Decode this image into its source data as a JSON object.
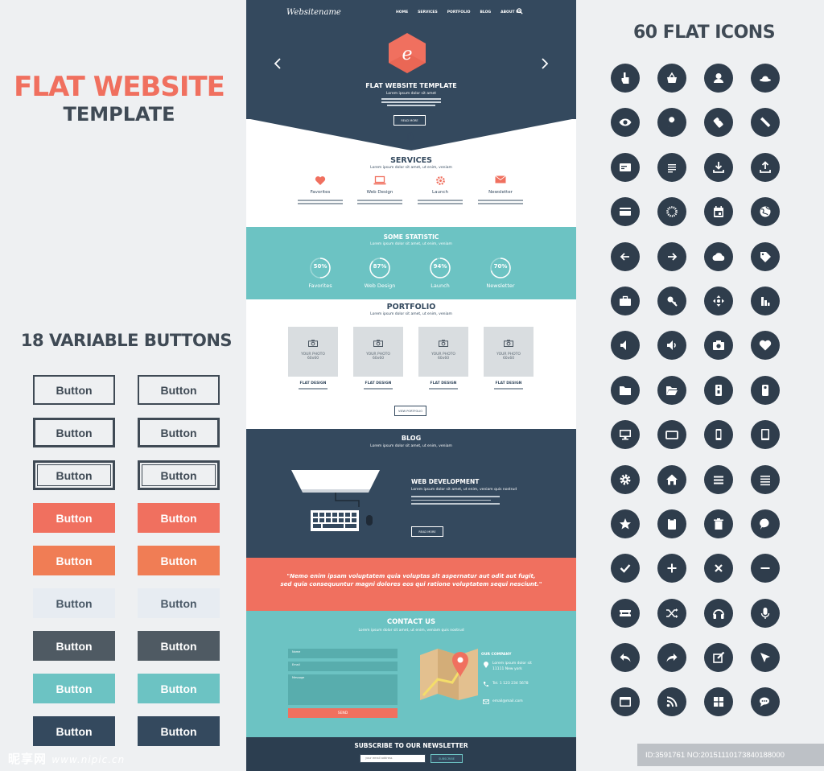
{
  "left": {
    "title_main": "FLAT WEBSITE",
    "title_sub": "TEMPLATE",
    "buttons_heading": "18 VARIABLE BUTTONS",
    "button_label": "Button",
    "button_styles": [
      "outline-thin",
      "outline-thin",
      "outline-medium",
      "outline-medium",
      "outline-double",
      "outline-double",
      "red",
      "red",
      "orange",
      "orange",
      "light",
      "light",
      "dark",
      "dark",
      "teal",
      "teal",
      "navy",
      "navy"
    ],
    "colors": {
      "red": "#f0705f",
      "orange": "#f07d55",
      "light": "#e7ecf2",
      "dark": "#4f5a63",
      "teal": "#6cc3c3",
      "navy": "#34495e"
    }
  },
  "site": {
    "logo": "Websitename",
    "nav": [
      "HOME",
      "SERVICES",
      "PORTFOLIO",
      "BLOG",
      "ABOUT US"
    ],
    "hero": {
      "logo_letter": "e",
      "title": "FLAT WEBSITE TEMPLATE",
      "subtitle": "Lorem ipsum dolor sit amet",
      "button": "READ MORE"
    },
    "services": {
      "title": "SERVICES",
      "subtitle": "Lorem ipsum dolor sit amet, ut enim, veniam",
      "items": [
        {
          "label": "Favorites",
          "icon": "heart-icon"
        },
        {
          "label": "Web Design",
          "icon": "laptop-icon"
        },
        {
          "label": "Launch",
          "icon": "gear-icon"
        },
        {
          "label": "Newsletter",
          "icon": "envelope-icon"
        }
      ]
    },
    "stats": {
      "title": "SOME STATISTIC",
      "subtitle": "Lorem ipsum dolor sit amet, ut enim, veniam",
      "items": [
        {
          "value": "50%",
          "fraction": 0.5,
          "label": "Favorites"
        },
        {
          "value": "87%",
          "fraction": 0.87,
          "label": "Web Design"
        },
        {
          "value": "94%",
          "fraction": 0.94,
          "label": "Launch"
        },
        {
          "value": "70%",
          "fraction": 0.7,
          "label": "Newsletter"
        }
      ]
    },
    "portfolio": {
      "title": "PORTFOLIO",
      "subtitle": "Lorem ipsum dolor sit amet, ut enim, veniam",
      "items": [
        {
          "photo": "YOUR PHOTO",
          "size": "60x60",
          "caption": "FLAT DESIGN"
        },
        {
          "photo": "YOUR PHOTO",
          "size": "60x60",
          "caption": "FLAT DESIGN"
        },
        {
          "photo": "YOUR PHOTO",
          "size": "60x60",
          "caption": "FLAT DESIGN"
        },
        {
          "photo": "YOUR PHOTO",
          "size": "60x60",
          "caption": "FLAT DESIGN"
        }
      ],
      "button": "VIEW PORTFOLIO"
    },
    "blog": {
      "title": "BLOG",
      "subtitle": "Lorem ipsum dolor sit amet, ut enim, veniam",
      "post_title": "WEB DEVELOPMENT",
      "post_text": "Lorem ipsum dolor sit amet, ut enim, veniam quis nostrud",
      "button": "READ MORE"
    },
    "quote": {
      "line1": "\"Nemo enim ipsam voluptatem quia voluptas sit aspernatur aut odit aut fugit,",
      "line2": "sed quia consequuntur magni dolores eos qui ratione voluptatem sequi nesciunt.\""
    },
    "contact": {
      "title": "CONTACT US",
      "subtitle": "Lorem ipsum dolor sit amet, ut enim, veniam quis nostrud",
      "fields": {
        "name": "Name",
        "email": "Email",
        "message": "Message"
      },
      "send": "SEND",
      "company": "OUR COMPANY",
      "address": "Lorem ipsum dolor sit",
      "address2": "11111 New york",
      "phone": "Tel. 1 123 234 5678",
      "email": "email@mail.com"
    },
    "newsletter": {
      "title": "SUBSCRIBE TO OUR NEWSLETTER",
      "placeholder": "your email address",
      "button": "SUBSCRIBE"
    }
  },
  "icons": {
    "title": "60 FLAT ICONS",
    "items": [
      "hand-pointer-icon",
      "basket-icon",
      "user-icon",
      "hat-icon",
      "eye-icon",
      "wrench-icon",
      "tag-icon",
      "pen-icon",
      "card-icon",
      "document-icon",
      "download-icon",
      "upload-icon",
      "credit-card-icon",
      "loading-icon",
      "calendar-icon",
      "world-icon",
      "arrow-left-icon",
      "arrow-right-icon",
      "cloud-icon",
      "label-icon",
      "briefcase-icon",
      "key-icon",
      "move-icon",
      "bar-chart-icon",
      "mute-icon",
      "volume-icon",
      "camera-icon",
      "heart-icon",
      "folder-icon",
      "folder-open-icon",
      "door-tag-icon",
      "door-hanger-icon",
      "monitor-icon",
      "laptop-icon",
      "phone-icon",
      "tablet-icon",
      "gear-icon",
      "home-icon",
      "menu-icon",
      "list-icon",
      "star-icon",
      "clipboard-icon",
      "trash-icon",
      "chat-icon",
      "check-icon",
      "plus-icon",
      "close-icon",
      "minus-icon",
      "ticket-icon",
      "shuffle-icon",
      "headphones-icon",
      "microphone-icon",
      "reply-icon",
      "share-icon",
      "edit-icon",
      "cursor-icon",
      "window-icon",
      "rss-icon",
      "grid-icon",
      "comments-icon"
    ]
  },
  "watermarks": {
    "left_brand": "昵享网",
    "left_url": "www.nipic.cn",
    "right_id": "ID:3591761 NO:20151110173840188000"
  }
}
